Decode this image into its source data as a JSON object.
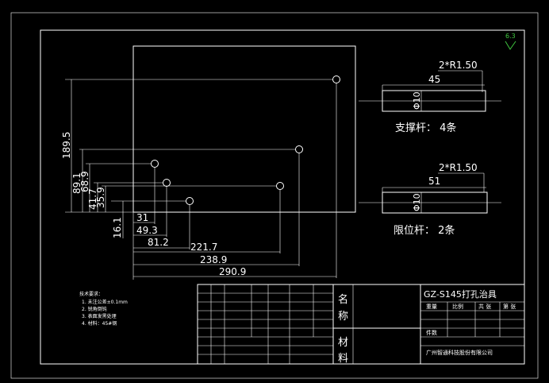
{
  "roughness": "6.3",
  "plate": {
    "width_labels": [
      "31",
      "49.3",
      "81.2",
      "221.7",
      "238.9",
      "290.9"
    ],
    "height_labels": [
      "189.5",
      "89.1",
      "68.9",
      "41.7",
      "35.9",
      "16.1"
    ]
  },
  "support_bar": {
    "radius_label": "2*R1.50",
    "length_label": "45",
    "dia_label": "Φ10",
    "caption": "支撑杆： 4条"
  },
  "limit_bar": {
    "radius_label": "2*R1.50",
    "length_label": "51",
    "dia_label": "Φ10",
    "caption": "限位杆： 2条"
  },
  "title_block": {
    "name_label_1": "名",
    "name_label_2": "称",
    "material_label_1": "材",
    "material_label_2": "料",
    "drawing_title": "GZ-S145打孔治具",
    "cells": [
      "重量",
      "比例",
      "共 张",
      "第 张",
      "件数"
    ],
    "company": "广州智通科技股份有限公司"
  },
  "notes": [
    "技术要求：",
    "1. 未注公差±0.1mm",
    "2. 锐角倒钝",
    "3. 表面发黑处理",
    "4. 材料：45#钢"
  ]
}
